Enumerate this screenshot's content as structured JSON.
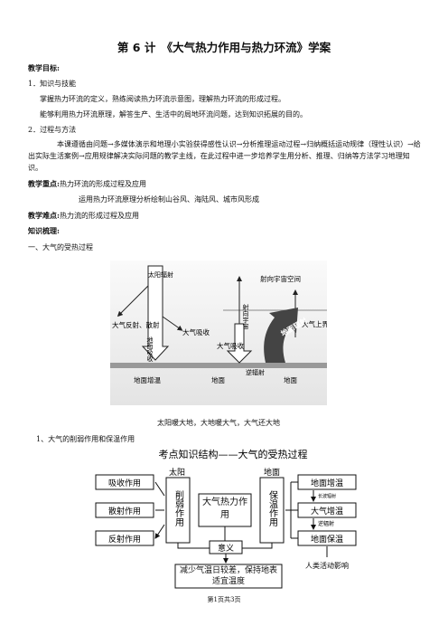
{
  "title": "第 6 计　《大气热力作用与热力环流》学案",
  "goals": {
    "heading": "教学目标:",
    "s1": "1．知识与技能",
    "s1_l1": "掌握热力环流的定义，熟练阅读热力环流示意图，理解热力环流的形成过程。",
    "s1_l2": "能够利用热力环流原理，解答生产、生活中的局地环流问题，达到知识拓展的目的。",
    "s2": "2．过程与方法",
    "s2_para": "本课遵循由问题→多媒体演示和地理小实验获得感性认识→分析推理运动过程→归纳概括运动规律（理性认识）→给出实际生活案例→应用规律解决实际问题的教学主线，在此过程中进一步培养学生用分析、推理、归纳等方法学习地理知识。"
  },
  "key": {
    "heading": "教学重点:",
    "l1": "热力环流的形成过程及应用",
    "l2": "运用热力环流原理分析绘制山谷风、海陆风、城市风形成"
  },
  "difficulty": {
    "heading": "教学难点:",
    "text": "热力流的形成过程及应用"
  },
  "knowledge": {
    "heading": "知识梳理:",
    "section1": "一、大气的受热过程"
  },
  "diagram1": {
    "solar_radiation": "太阳辐射",
    "atm_reflect_scatter": "大气反射、散射",
    "atm_absorb": "大气吸收",
    "ground_absorb": "地面吸收",
    "to_space": "射向宇宙",
    "to_space2": "射向宇宙空间",
    "upper_boundary": "大气上界",
    "atm_absorb2": "大气吸收",
    "counter_radiation": "逆辐射",
    "ground_radiation": "地面辐射",
    "ground_warm": "地面增温",
    "ground": "地面",
    "ground2": "地面"
  },
  "caption1": "太阳暖大地，大地暖大气，大气还大地",
  "section2": "1、大气的削弱作用和保温作用",
  "diagram2": {
    "title": "考点知识结构——大气的受热过程",
    "absorb": "吸收作用",
    "scatter": "散射作用",
    "reflect": "反射作用",
    "sun": "太阳",
    "weaken": "削弱作用",
    "thermal": "大气热力作用",
    "keep_warm": "保温作用",
    "ground_label": "地面",
    "ground_warm": "地面增温",
    "long_wave": "长波辐射",
    "atm_warm": "大气增温",
    "counter": "逆辐射",
    "ground_keep": "地面保温",
    "meaning": "意义",
    "result": "减少气温日较差，保持地表适宜温度",
    "human": "人类活动影响"
  },
  "footer": "第1页共3页"
}
